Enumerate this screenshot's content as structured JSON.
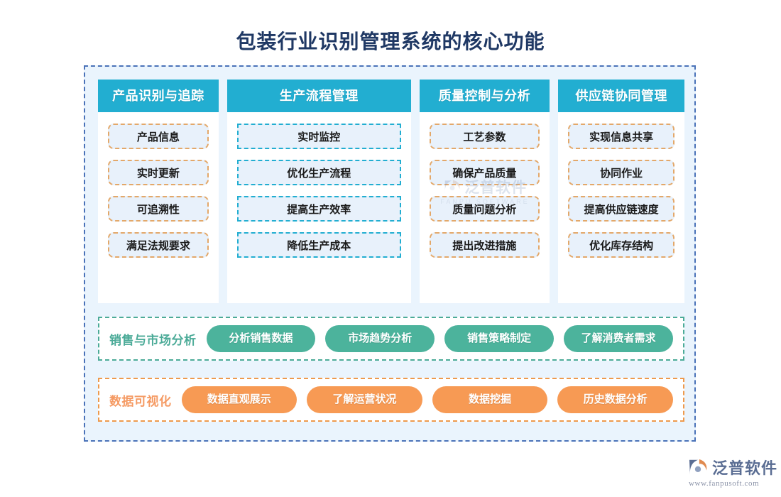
{
  "page": {
    "title": "包装行业识别管理系统的核心功能",
    "title_color": "#1f3864",
    "background": "#ffffff",
    "panel_background": "#eaf4fd",
    "panel_border_color": "#4a72b8"
  },
  "columns": [
    {
      "header": "产品识别与追踪",
      "header_color": "#22aed1",
      "item_style": "orange-dashed-rounded",
      "items": [
        "产品信息",
        "实时更新",
        "可追溯性",
        "满足法规要求"
      ]
    },
    {
      "header": "生产流程管理",
      "header_color": "#22aed1",
      "item_style": "blue-dashed-square",
      "items": [
        "实时监控",
        "优化生产流程",
        "提高生产效率",
        "降低生产成本"
      ]
    },
    {
      "header": "质量控制与分析",
      "header_color": "#22aed1",
      "item_style": "orange-dashed-rounded",
      "items": [
        "工艺参数",
        "确保产品质量",
        "质量问题分析",
        "提出改进措施"
      ]
    },
    {
      "header": "供应链协同管理",
      "header_color": "#22aed1",
      "item_style": "orange-dashed-rounded",
      "items": [
        "实现信息共享",
        "协同作业",
        "提高供应链速度",
        "优化库存结构"
      ]
    }
  ],
  "bottom_rows": [
    {
      "label": "销售与市场分析",
      "label_color": "#4cab98",
      "border_color": "#4cab98",
      "pill_color": "#4cb39c",
      "pills": [
        "分析销售数据",
        "市场趋势分析",
        "销售策略制定",
        "了解消费者需求"
      ]
    },
    {
      "label": "数据可视化",
      "label_color": "#f59a63",
      "border_color": "#ee9a4d",
      "pill_color": "#f79a54",
      "pills": [
        "数据直观展示",
        "了解运营状况",
        "数据挖掘",
        "历史数据分析"
      ]
    }
  ],
  "watermark": {
    "text": "泛普软件",
    "subtext": "FANPU SOFTWARE"
  },
  "brand": {
    "name": "泛普软件",
    "url": "www.fanpusoft.com"
  }
}
